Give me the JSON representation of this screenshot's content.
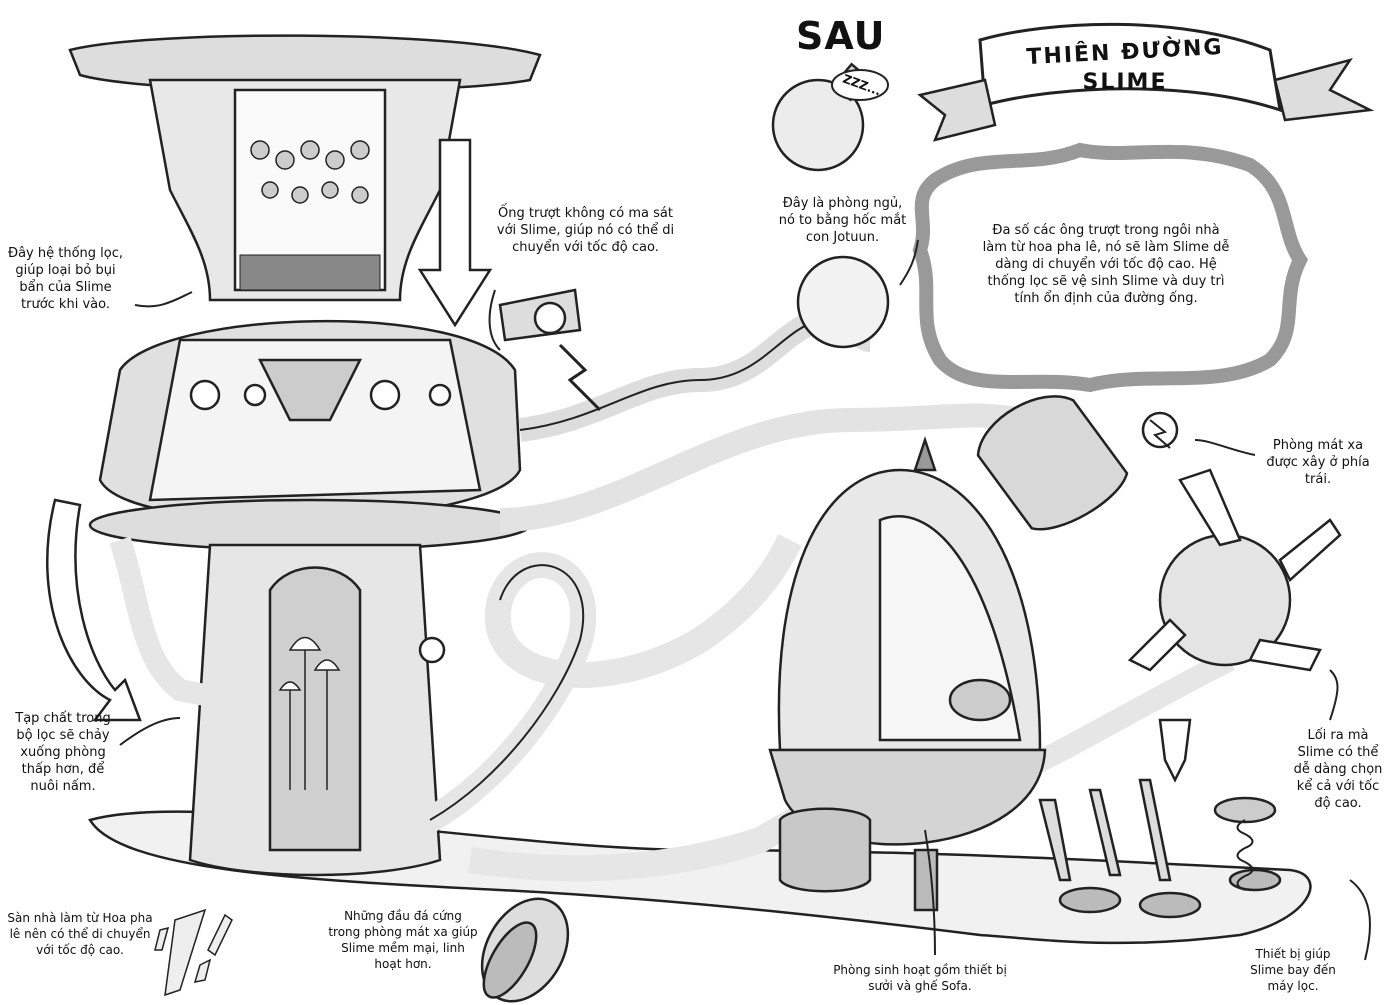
{
  "title": "SAU",
  "banner": {
    "line1": "THIÊN ĐƯỜNG",
    "line2": "SLIME"
  },
  "sleep_bubble": "ZZZ...",
  "notes": {
    "filter_system": "Đây hệ thống lọc, giúp loại bỏ bụi bẩn của Slime trước khi vào.",
    "slide_tube": "Ống trượt không có ma sát với Slime, giúp nó có thể di chuyển với tốc độ cao.",
    "bedroom": "Đây là phòng ngủ, nó to bằng hốc mắt con Jotuun.",
    "main_description": "Đa số các ông trượt trong ngôi nhà làm từ hoa pha lê, nó sẽ làm Slime dễ dàng di chuyển với tốc độ cao. Hệ thống lọc sẽ vệ sinh Slime và duy trì tính ổn định của đường ống.",
    "massage_room": "Phòng mát xa được xây ở phía trái.",
    "impurities": "Tạp chất trong bộ lọc sẽ chảy xuống phòng thấp hơn, để nuôi nấm.",
    "exit": "Lối ra mà Slime có thể dễ dàng chọn kể cả với tốc độ cao.",
    "floor": "Sàn nhà làm từ Hoa pha lê nên có thể di chuyển với tốc độ cao.",
    "massage_stones": "Những đầu đá cứng trong phòng mát xa giúp Slime mềm mại, linh hoạt hơn.",
    "living_room": "Phòng sinh hoạt gồm thiết bị sưởi và ghế Sofa.",
    "launcher": "Thiết bị giúp Slime bay đến máy lọc."
  }
}
